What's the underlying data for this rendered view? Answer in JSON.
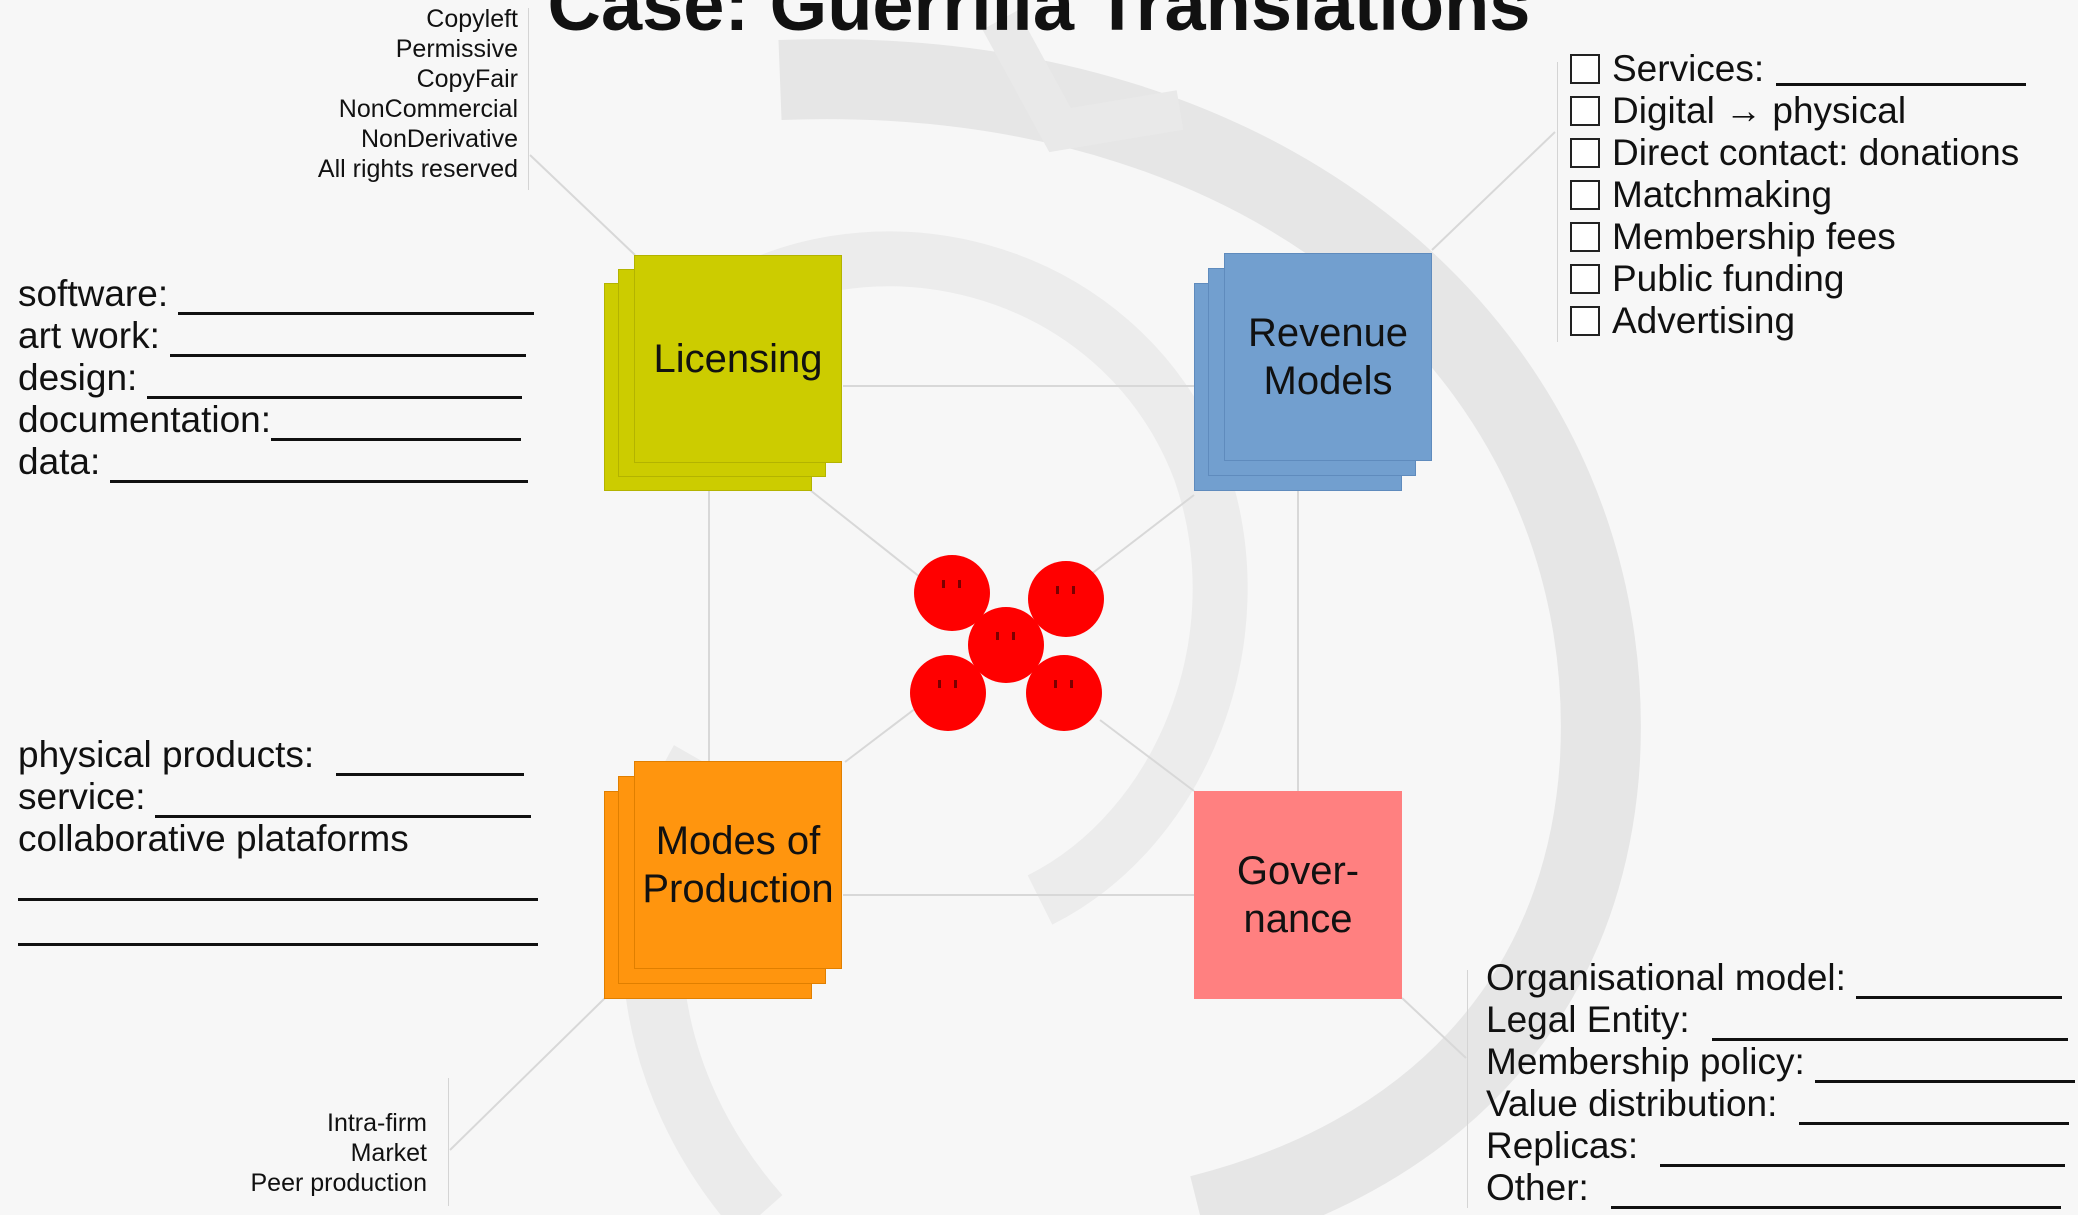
{
  "title": "Case: Guerrilla Translations",
  "licensing_options": [
    "Copyleft",
    "Permissive",
    "CopyFair",
    "NonCommercial",
    "NonDerivative",
    "All rights reserved"
  ],
  "licensing_fields": [
    "software:",
    "art work:",
    "design:",
    "documentation:",
    "data:"
  ],
  "revenue_options": [
    "Services:",
    "Digital → physical",
    "Direct contact: donations",
    "Matchmaking",
    "Membership fees",
    "Public funding",
    "Advertising"
  ],
  "production_fields": {
    "physical": "physical products:",
    "service": "service:",
    "collab": "collaborative plataforms"
  },
  "production_modes": [
    "Intra-firm",
    "Market",
    "Peer production"
  ],
  "governance_fields": [
    "Organisational model:",
    "Legal Entity:",
    "Membership policy:",
    "Value distribution:",
    "Replicas:",
    "Other:"
  ],
  "nodes": {
    "licensing": "Licensing",
    "revenue_line1": "Revenue",
    "revenue_line2": "Models",
    "production_line1": "Modes of",
    "production_line2": "Production",
    "governance_line1": "Gover-",
    "governance_line2": "nance"
  },
  "colors": {
    "licensing": "#cccc00",
    "revenue": "#729fcf",
    "production": "#ff950e",
    "governance": "#ff8080",
    "faces": "#ff0000"
  }
}
